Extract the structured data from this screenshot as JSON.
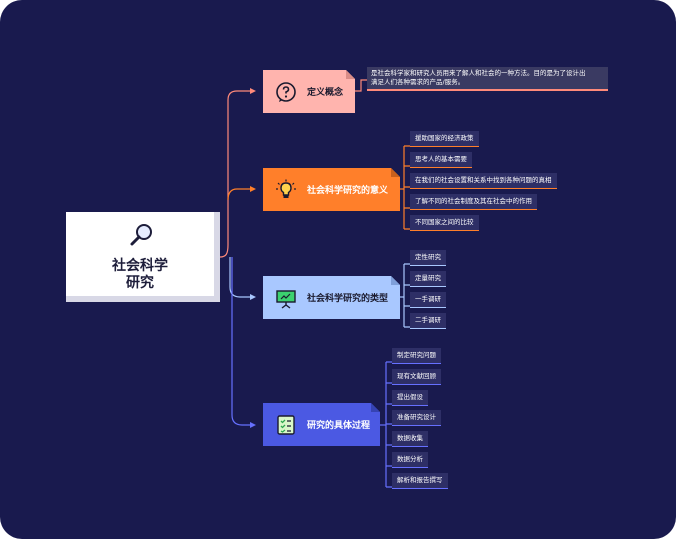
{
  "root": {
    "title": "社会科学\n研究",
    "icon": "magnifier-icon"
  },
  "topics": [
    {
      "label": "定义概念",
      "icon": "question-bubble-icon",
      "color": "#ffb4ae"
    },
    {
      "label": "社会科学研究的意义",
      "icon": "lightbulb-icon",
      "color": "#ff7f2a"
    },
    {
      "label": "社会科学研究的类型",
      "icon": "presentation-board-icon",
      "color": "#a9c8ff"
    },
    {
      "label": "研究的具体过程",
      "icon": "checklist-icon",
      "color": "#4b59e3"
    }
  ],
  "definition": "是社会科学家和研究人员用来了解人和社会的一种方法。目的是为了设计出\n满足人们各种需求的产品/服务。",
  "significance": [
    "援助国家的经济政策",
    "思考人的基本需要",
    "在我们的社会设置和关系中找到各种问题的真相",
    "了解不同的社会制度及其在社会中的作用",
    "不同国家之间的比较"
  ],
  "types": [
    "定性研究",
    "定量研究",
    "一手调研",
    "二手调研"
  ],
  "process": [
    "制定研究问题",
    "现有文献回顾",
    "提出假设",
    "准备研究设计",
    "数据收集",
    "数据分析",
    "解析和报告撰写"
  ],
  "colors": {
    "background": "#191a4e",
    "orange": "#ff7f2a",
    "pink": "#ffb4ae",
    "light_blue": "#a9c8ff",
    "blue": "#4b59e3"
  }
}
